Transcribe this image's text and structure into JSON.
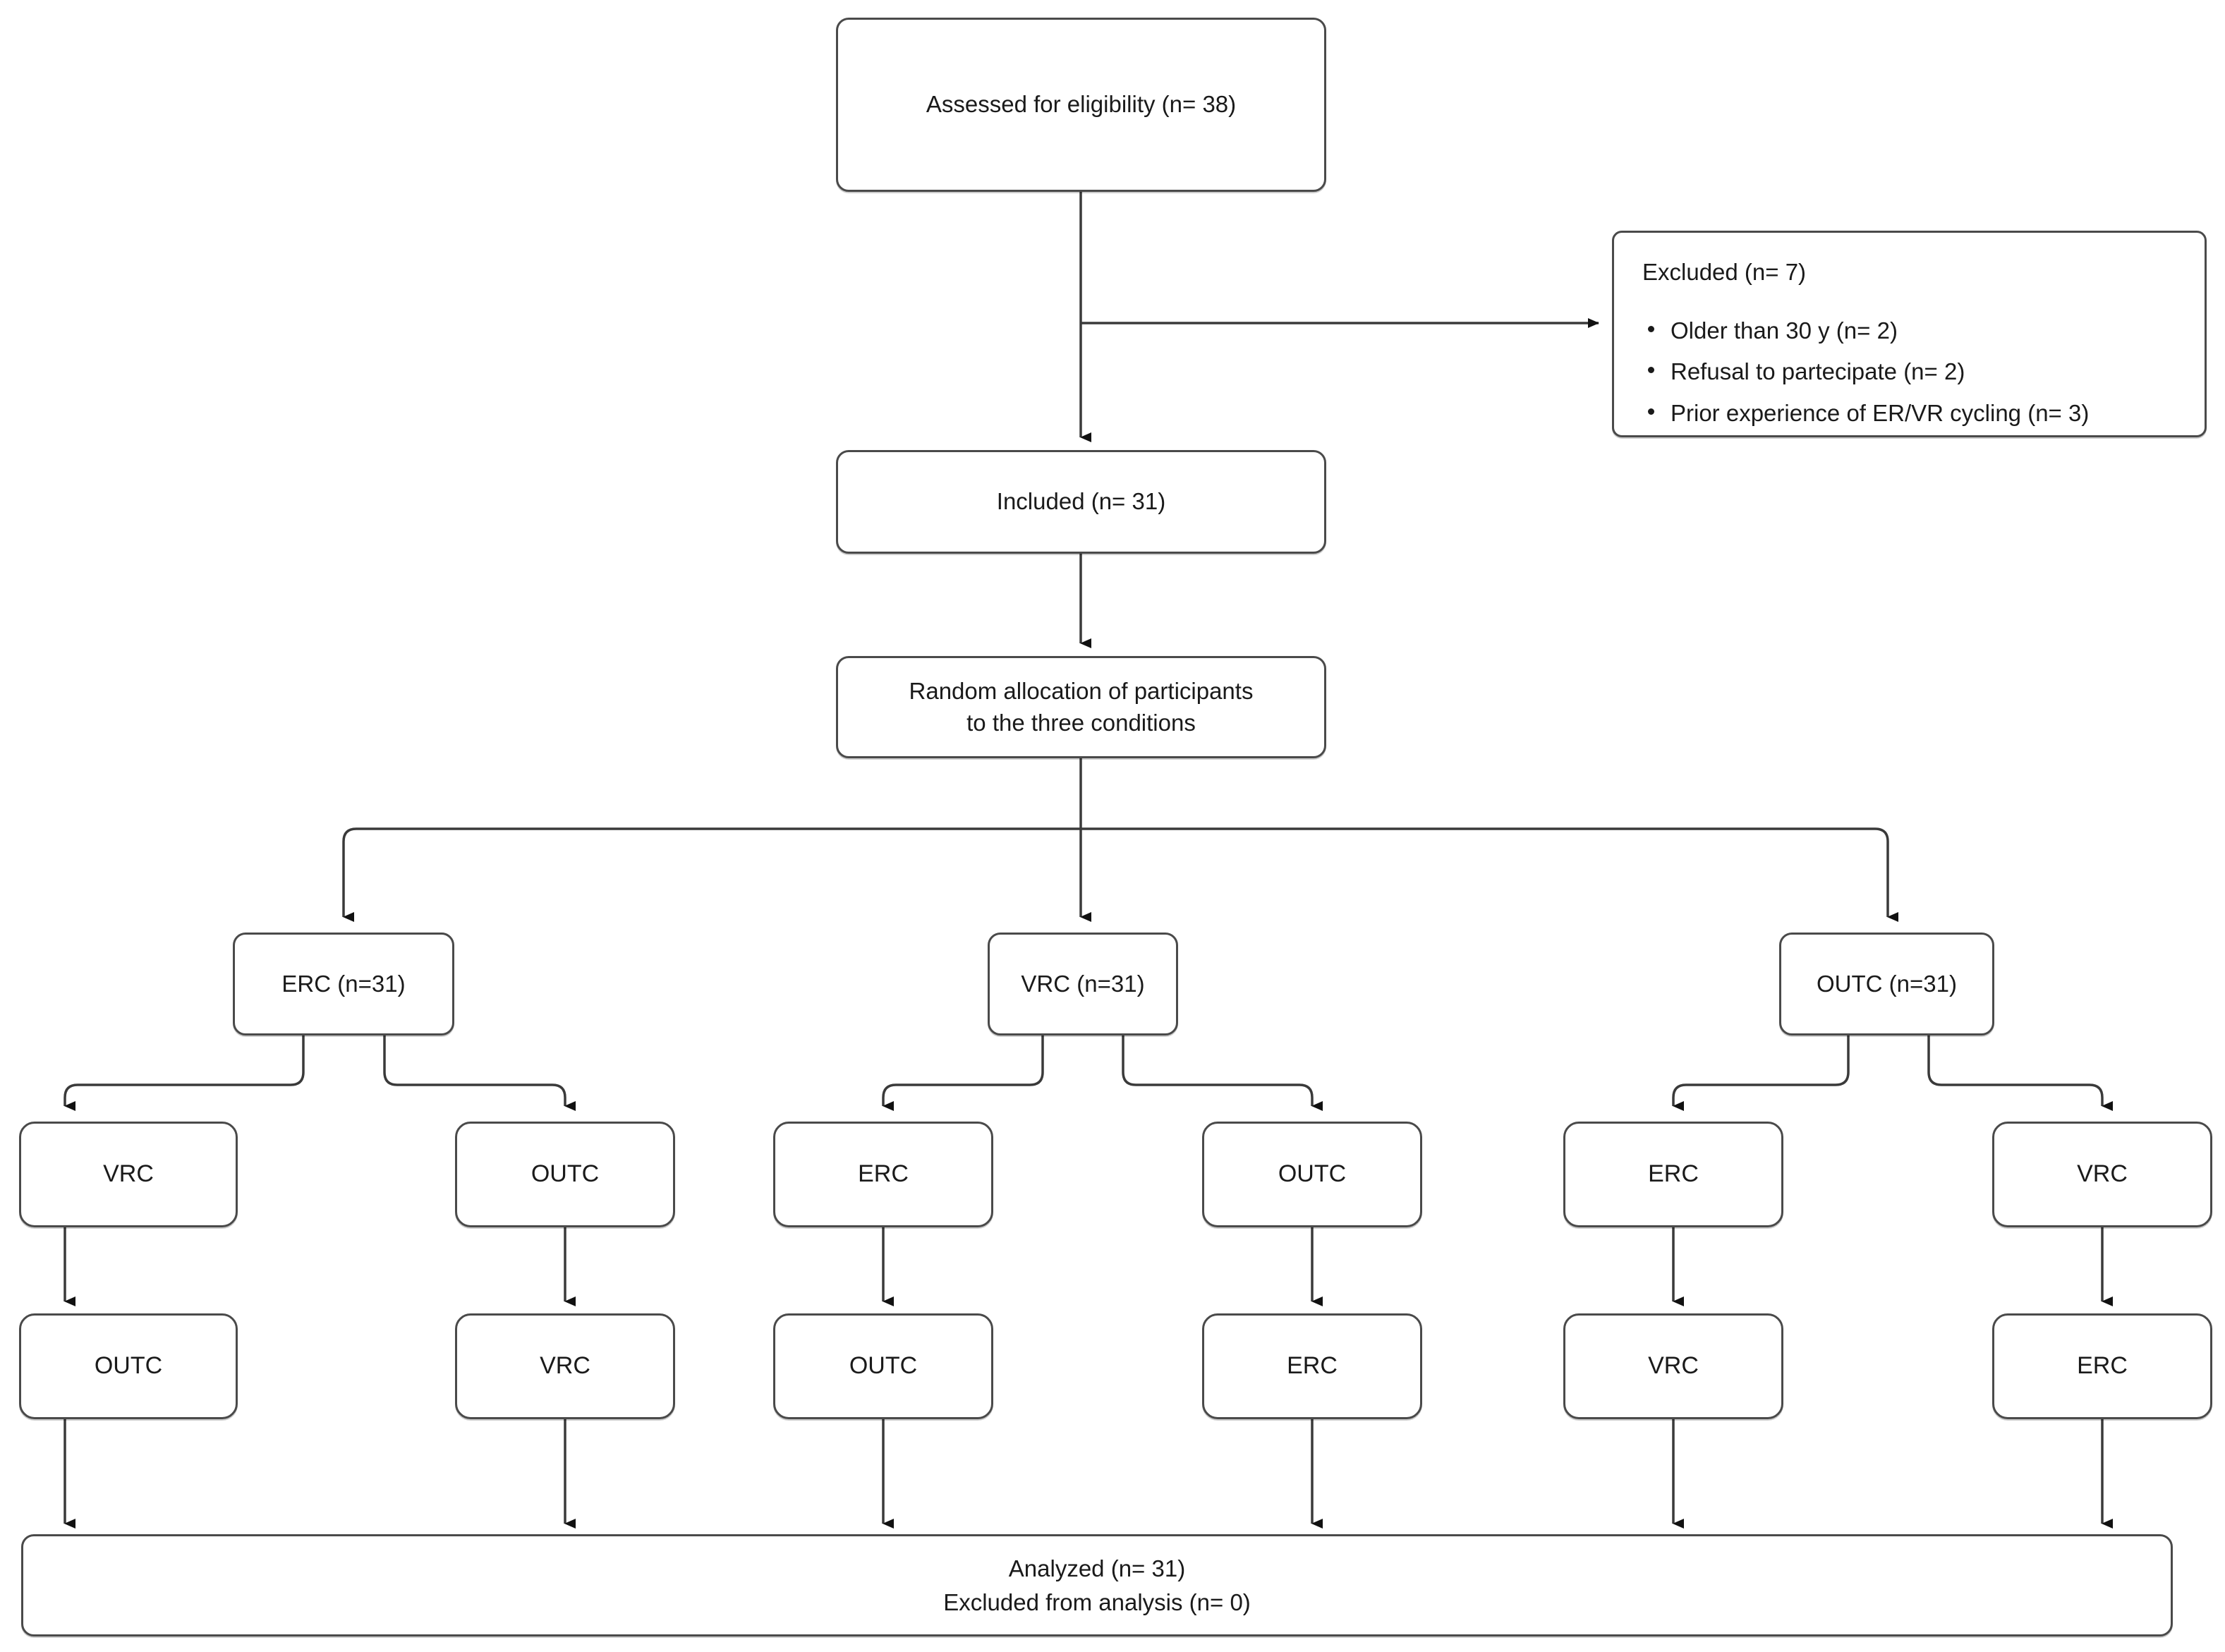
{
  "diagram": {
    "type": "consort-flow-diagram",
    "nodes": {
      "assessed": "Assessed for eligibility (n= 38)",
      "included": "Included (n= 31)",
      "random_allocation": "Random allocation of participants\nto the three conditions",
      "analyzed": "Analyzed (n= 31)\nExcluded from analysis (n= 0)"
    },
    "excluded": {
      "title": "Excluded (n= 7)",
      "reasons": [
        "Older than 30 y (n= 2)",
        "Refusal to partecipate (n= 2)",
        "Prior experience of ER/VR cycling (n= 3)"
      ]
    },
    "conditions": [
      {
        "label": "ERC (n=31)",
        "branches": [
          {
            "step2": "VRC",
            "step3": "OUTC"
          },
          {
            "step2": "OUTC",
            "step3": "VRC"
          }
        ]
      },
      {
        "label": "VRC (n=31)",
        "branches": [
          {
            "step2": "ERC",
            "step3": "OUTC"
          },
          {
            "step2": "OUTC",
            "step3": "ERC"
          }
        ]
      },
      {
        "label": "OUTC (n=31)",
        "branches": [
          {
            "step2": "ERC",
            "step3": "VRC"
          },
          {
            "step2": "VRC",
            "step3": "ERC"
          }
        ]
      }
    ],
    "colors": {
      "box_border": "#4a4a4a",
      "connector": "#3a3a3a",
      "text": "#1a1a1a",
      "background": "#ffffff"
    }
  }
}
